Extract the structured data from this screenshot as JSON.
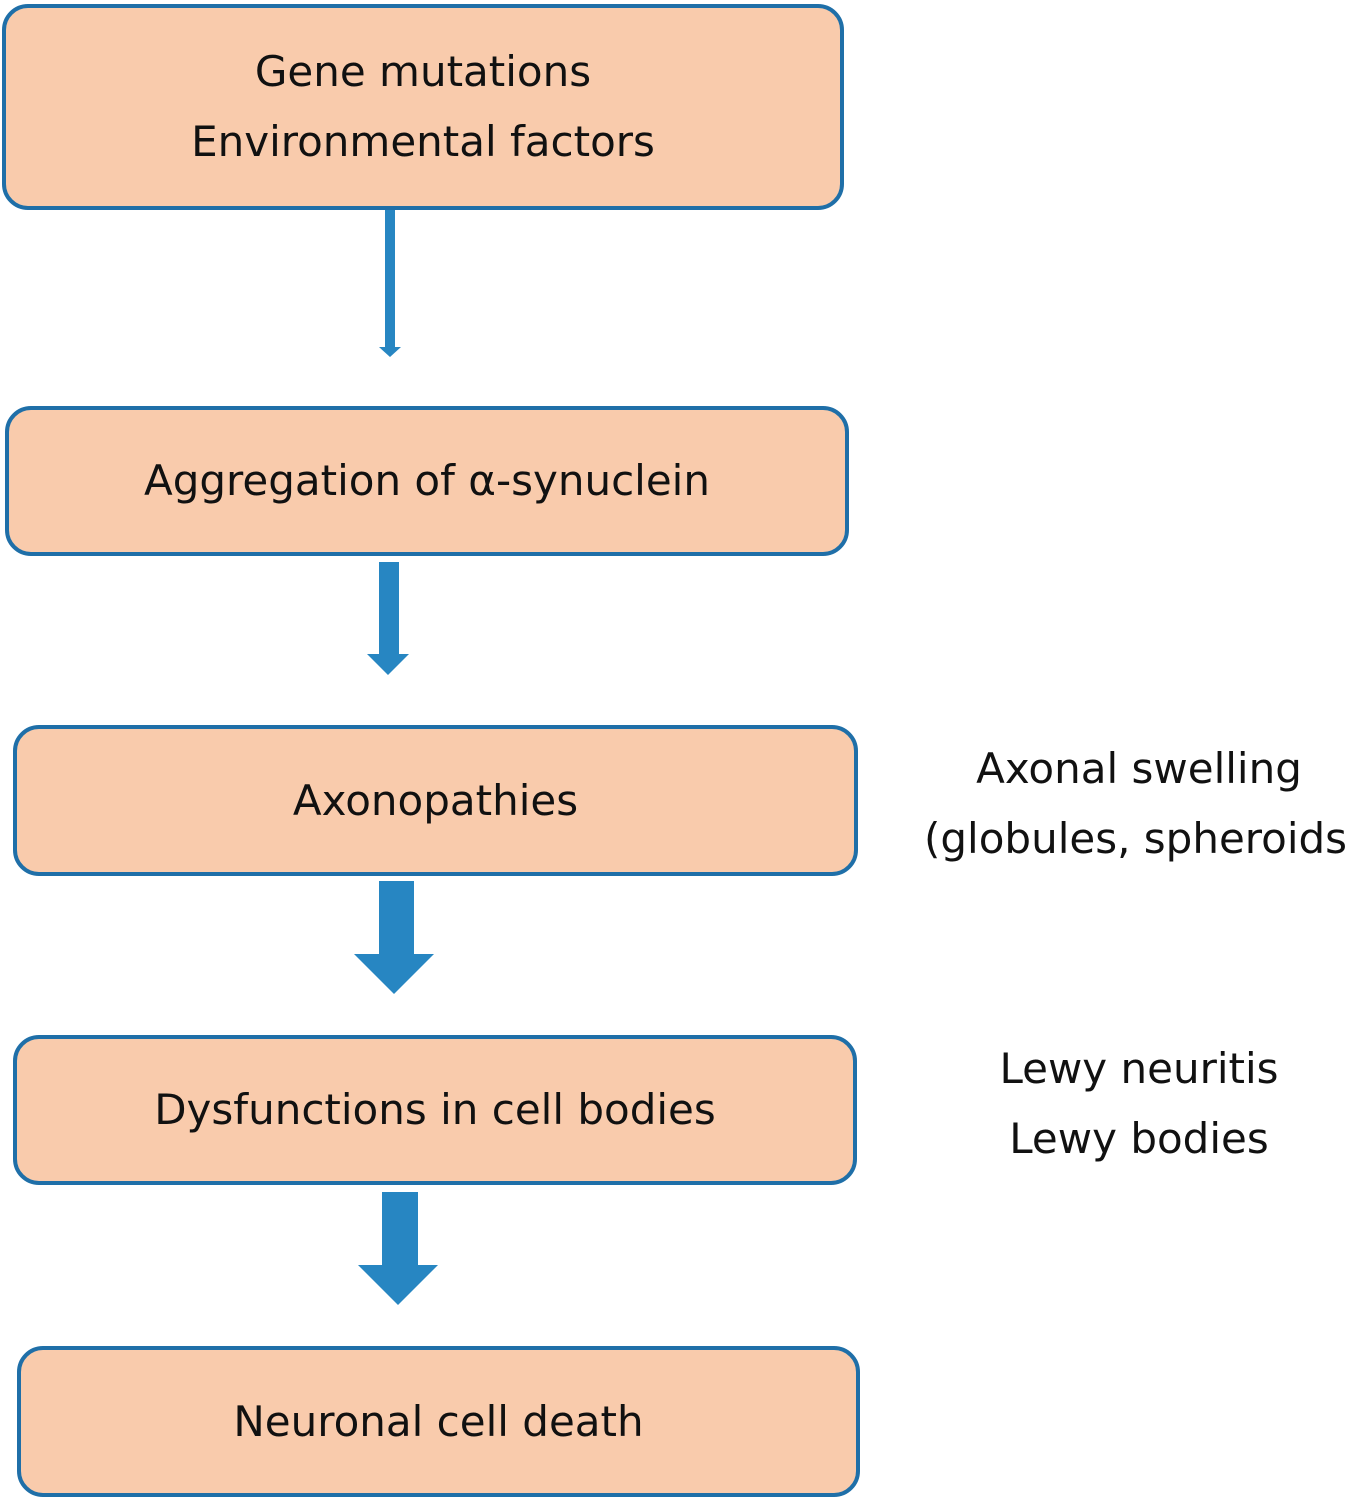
{
  "colors": {
    "box_fill": "#f9cbac",
    "box_border": "#1f6fa8",
    "arrow": "#2786c2",
    "text": "#111111"
  },
  "boxes": [
    {
      "lines": [
        "Gene mutations",
        "Environmental factors"
      ]
    },
    {
      "lines": [
        "Aggregation of α-synuclein"
      ]
    },
    {
      "lines": [
        "Axonopathies"
      ]
    },
    {
      "lines": [
        "Dysfunctions in cell bodies"
      ]
    },
    {
      "lines": [
        "Neuronal cell death"
      ]
    }
  ],
  "side_notes": [
    {
      "lines": [
        "Axonal swelling",
        "(globules, spheroids)"
      ]
    },
    {
      "lines": [
        "Lewy neuritis",
        "Lewy bodies"
      ]
    }
  ]
}
